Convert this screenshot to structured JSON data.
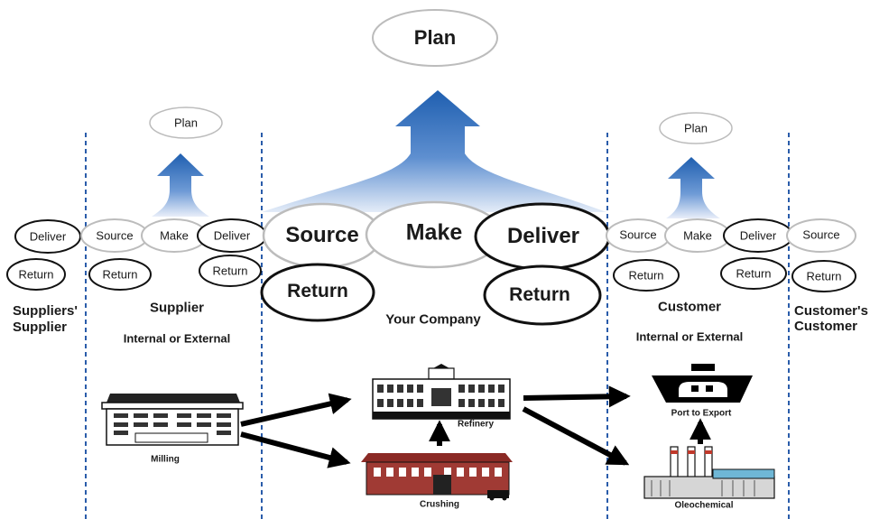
{
  "top_plan": {
    "label": "Plan"
  },
  "supplier_plan": {
    "label": "Plan"
  },
  "customer_plan": {
    "label": "Plan"
  },
  "suppliers_supplier": {
    "title_line1": "Suppliers'",
    "title_line2": "Supplier",
    "deliver": "Deliver",
    "return": "Return"
  },
  "supplier": {
    "title": "Supplier",
    "subtitle": "Internal or External",
    "source": "Source",
    "make": "Make",
    "deliver": "Deliver",
    "return_source": "Return",
    "return_deliver": "Return"
  },
  "your_company": {
    "title": "Your Company",
    "source": "Source",
    "make": "Make",
    "deliver": "Deliver",
    "return_source": "Return",
    "return_deliver": "Return"
  },
  "customer": {
    "title": "Customer",
    "subtitle": "Internal or External",
    "source": "Source",
    "make": "Make",
    "deliver": "Deliver",
    "return_source": "Return",
    "return_deliver": "Return"
  },
  "customers_customer": {
    "title_line1": "Customer's",
    "title_line2": "Customer",
    "source": "Source",
    "return": "Return"
  },
  "facilities": {
    "milling": "Milling",
    "refinery": "Refinery",
    "crushing": "Crushing",
    "port": "Port to Export",
    "oleochemical": "Oleochemical"
  },
  "colors": {
    "arrow_blue": "#1f5fb0",
    "divider_blue": "#2a5caa",
    "brick": "#8b2a25"
  }
}
